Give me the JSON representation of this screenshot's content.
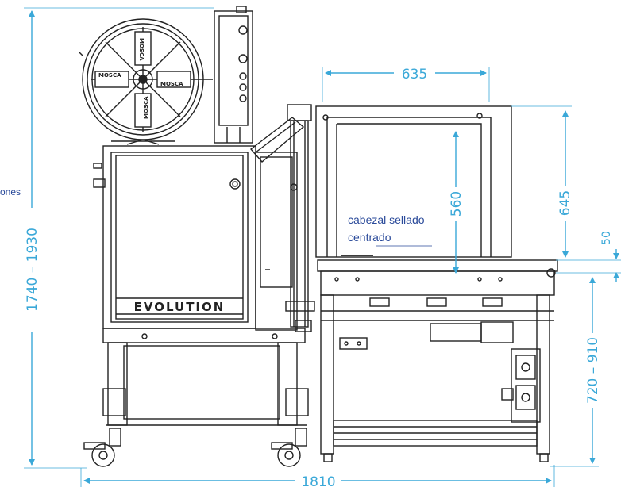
{
  "labels": {
    "brand": "EVOLUTION",
    "side_note_partial": "ones",
    "head_note_line1": "cabezal sellado",
    "head_note_line2": "centrado",
    "reel_text": "MOSCA"
  },
  "dimensions": {
    "total_height": "1740 – 1930",
    "total_width": "1810",
    "arch_width": "635",
    "arch_inner_height": "560",
    "arch_outer_height": "645",
    "table_offset": "50",
    "table_height": "720 – 910"
  },
  "colors": {
    "dimension": "#3aa8d8",
    "note": "#2a4a9a",
    "line": "#222222"
  }
}
